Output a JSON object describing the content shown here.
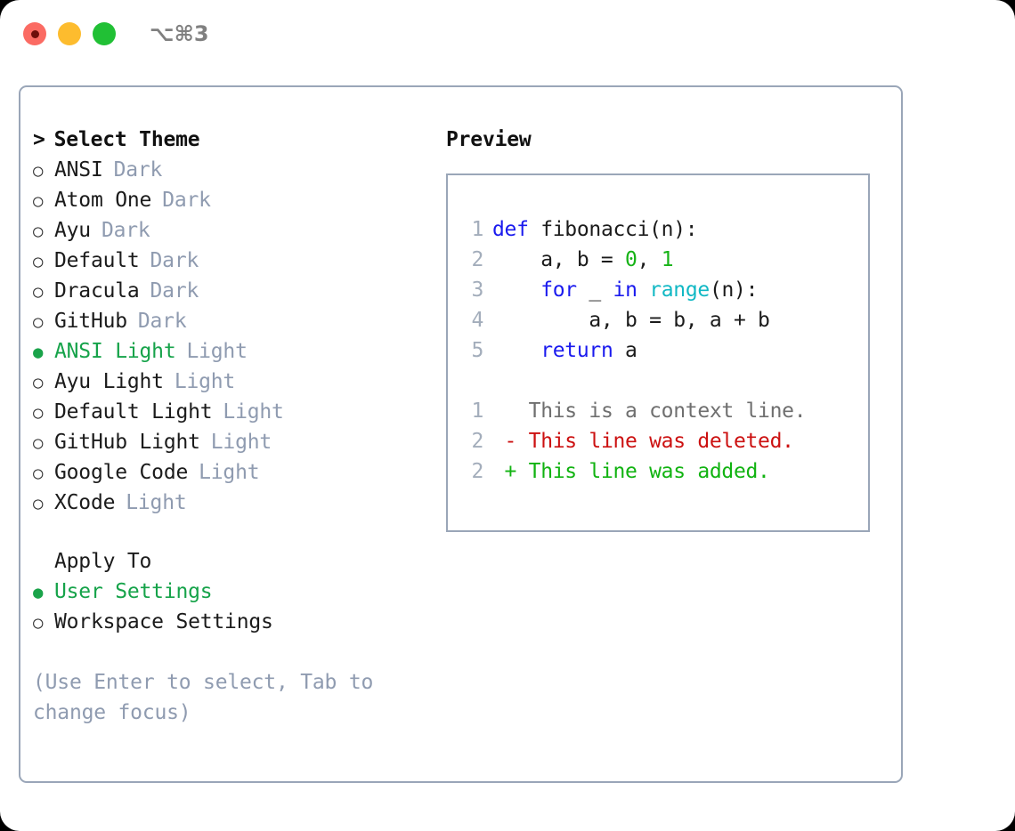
{
  "titlebar": {
    "shortcut_label": "⌥⌘3",
    "buttons": [
      {
        "name": "close",
        "color": "#fb6b63"
      },
      {
        "name": "minimize",
        "color": "#fdbc2e"
      },
      {
        "name": "maximize",
        "color": "#21c035"
      }
    ]
  },
  "theme_picker": {
    "header": "Select Theme",
    "prompt": ">",
    "bullet_selected": "●",
    "bullet_unselected": "○",
    "options": [
      {
        "name": "ANSI",
        "variant": "Dark",
        "selected": false
      },
      {
        "name": "Atom One",
        "variant": "Dark",
        "selected": false
      },
      {
        "name": "Ayu",
        "variant": "Dark",
        "selected": false
      },
      {
        "name": "Default",
        "variant": "Dark",
        "selected": false
      },
      {
        "name": "Dracula",
        "variant": "Dark",
        "selected": false
      },
      {
        "name": "GitHub",
        "variant": "Dark",
        "selected": false
      },
      {
        "name": "ANSI Light",
        "variant": "Light",
        "selected": true
      },
      {
        "name": "Ayu Light",
        "variant": "Light",
        "selected": false
      },
      {
        "name": "Default Light",
        "variant": "Light",
        "selected": false
      },
      {
        "name": "GitHub Light",
        "variant": "Light",
        "selected": false
      },
      {
        "name": "Google Code",
        "variant": "Light",
        "selected": false
      },
      {
        "name": "XCode",
        "variant": "Light",
        "selected": false
      }
    ]
  },
  "apply_to": {
    "header": "Apply To",
    "options": [
      {
        "name": "User Settings",
        "selected": true
      },
      {
        "name": "Workspace Settings",
        "selected": false
      }
    ]
  },
  "hint": "(Use Enter to select, Tab to change focus)",
  "preview": {
    "header": "Preview",
    "code": [
      {
        "no": "1",
        "tokens": [
          {
            "t": "def",
            "c": "kw"
          },
          {
            "t": " fibonacci(n):",
            "c": "txt"
          }
        ]
      },
      {
        "no": "2",
        "tokens": [
          {
            "t": "    a, b = ",
            "c": "txt"
          },
          {
            "t": "0",
            "c": "num"
          },
          {
            "t": ", ",
            "c": "txt"
          },
          {
            "t": "1",
            "c": "num"
          }
        ]
      },
      {
        "no": "3",
        "tokens": [
          {
            "t": "    ",
            "c": "txt"
          },
          {
            "t": "for",
            "c": "kw"
          },
          {
            "t": " _ ",
            "c": "txt"
          },
          {
            "t": "in",
            "c": "kw"
          },
          {
            "t": " ",
            "c": "txt"
          },
          {
            "t": "range",
            "c": "fn"
          },
          {
            "t": "(n):",
            "c": "txt"
          }
        ]
      },
      {
        "no": "4",
        "tokens": [
          {
            "t": "        a, b = b, a + b",
            "c": "txt"
          }
        ]
      },
      {
        "no": "5",
        "tokens": [
          {
            "t": "    ",
            "c": "txt"
          },
          {
            "t": "return",
            "c": "kw"
          },
          {
            "t": " a",
            "c": "txt"
          }
        ]
      }
    ],
    "diff": [
      {
        "no": "1",
        "marker": " ",
        "text": "This is a context line.",
        "kind": "ctx"
      },
      {
        "no": "2",
        "marker": "-",
        "text": "This line was deleted.",
        "kind": "del"
      },
      {
        "no": "2",
        "marker": "+",
        "text": "This line was added.",
        "kind": "add"
      }
    ]
  },
  "colors": {
    "accent_green": "#16a34a",
    "muted": "#8f9bb0",
    "border": "#9aa6b8",
    "keyword_blue": "#1a1aee",
    "function_cyan": "#11b8c4",
    "number_green": "#17b317",
    "diff_delete": "#cc1111",
    "diff_add": "#11b311"
  }
}
